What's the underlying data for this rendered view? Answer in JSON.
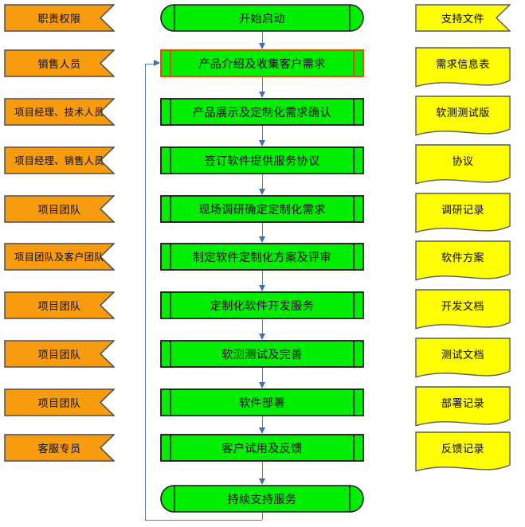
{
  "diagram": {
    "title": "软件定制化服务流程图",
    "colors": {
      "role_fill": "#f89b0c",
      "role_stroke": "#4d4d4d",
      "process_fill": "#00ee00",
      "process_stroke": "#1a1a1a",
      "process_selected_stroke": "#ff3300",
      "doc_fill": "#ffff00",
      "doc_stroke": "#595959",
      "connector": "#5b80b4",
      "arrowhead": "#3f6fb5",
      "text": "#231f20",
      "background": "#ffffff"
    },
    "columns": {
      "roles_header": "职责权限",
      "documents_header": "支持文件"
    },
    "roles": [
      {
        "label": "职责权限",
        "shape": "banner",
        "header": true
      },
      {
        "label": "销售人员",
        "shape": "banner",
        "header": false
      },
      {
        "label": "项目经理、技术人员",
        "shape": "banner",
        "header": false
      },
      {
        "label": "项目经理、销售人员",
        "shape": "banner",
        "header": false
      },
      {
        "label": "项目团队",
        "shape": "banner",
        "header": false
      },
      {
        "label": "项目团队及客户团队",
        "shape": "banner",
        "header": false
      },
      {
        "label": "项目团队",
        "shape": "banner",
        "header": false
      },
      {
        "label": "项目团队",
        "shape": "banner",
        "header": false
      },
      {
        "label": "项目团队",
        "shape": "banner",
        "header": false
      },
      {
        "label": "客服专员",
        "shape": "banner",
        "header": false
      }
    ],
    "process_steps": [
      {
        "label": "开始启动",
        "shape": "terminator",
        "selected": false
      },
      {
        "label": "产品介绍及收集客户需求",
        "shape": "predefined-process",
        "selected": true
      },
      {
        "label": "产品展示及定制化需求确认",
        "shape": "predefined-process",
        "selected": false
      },
      {
        "label": "签订软件提供服务协议",
        "shape": "predefined-process",
        "selected": false
      },
      {
        "label": "现场调研确定定制化需求",
        "shape": "predefined-process",
        "selected": false
      },
      {
        "label": "制定软件定制化方案及评审",
        "shape": "predefined-process",
        "selected": false
      },
      {
        "label": "定制化软件开发服务",
        "shape": "predefined-process",
        "selected": false
      },
      {
        "label": "软测测试及完善",
        "shape": "predefined-process",
        "selected": false
      },
      {
        "label": "软件部署",
        "shape": "predefined-process",
        "selected": false
      },
      {
        "label": "客户试用及反馈",
        "shape": "predefined-process",
        "selected": false
      },
      {
        "label": "持续支持服务",
        "shape": "terminator",
        "selected": false
      }
    ],
    "documents": [
      {
        "label": "支持文件",
        "shape": "banner",
        "header": true
      },
      {
        "label": "需求信息表",
        "shape": "document",
        "header": false
      },
      {
        "label": "软测测试版",
        "shape": "document",
        "header": false
      },
      {
        "label": "协议",
        "shape": "document",
        "header": false
      },
      {
        "label": "调研记录",
        "shape": "document",
        "header": false
      },
      {
        "label": "软件方案",
        "shape": "document",
        "header": false
      },
      {
        "label": "开发文档",
        "shape": "document",
        "header": false
      },
      {
        "label": "测试文档",
        "shape": "document",
        "header": false
      },
      {
        "label": "部署记录",
        "shape": "document",
        "header": false
      },
      {
        "label": "反馈记录",
        "shape": "document",
        "header": false
      }
    ],
    "feedback_loop": {
      "from_step": "客户试用及反馈",
      "to_step": "产品介绍及收集客户需求",
      "direction": "up-left"
    }
  }
}
